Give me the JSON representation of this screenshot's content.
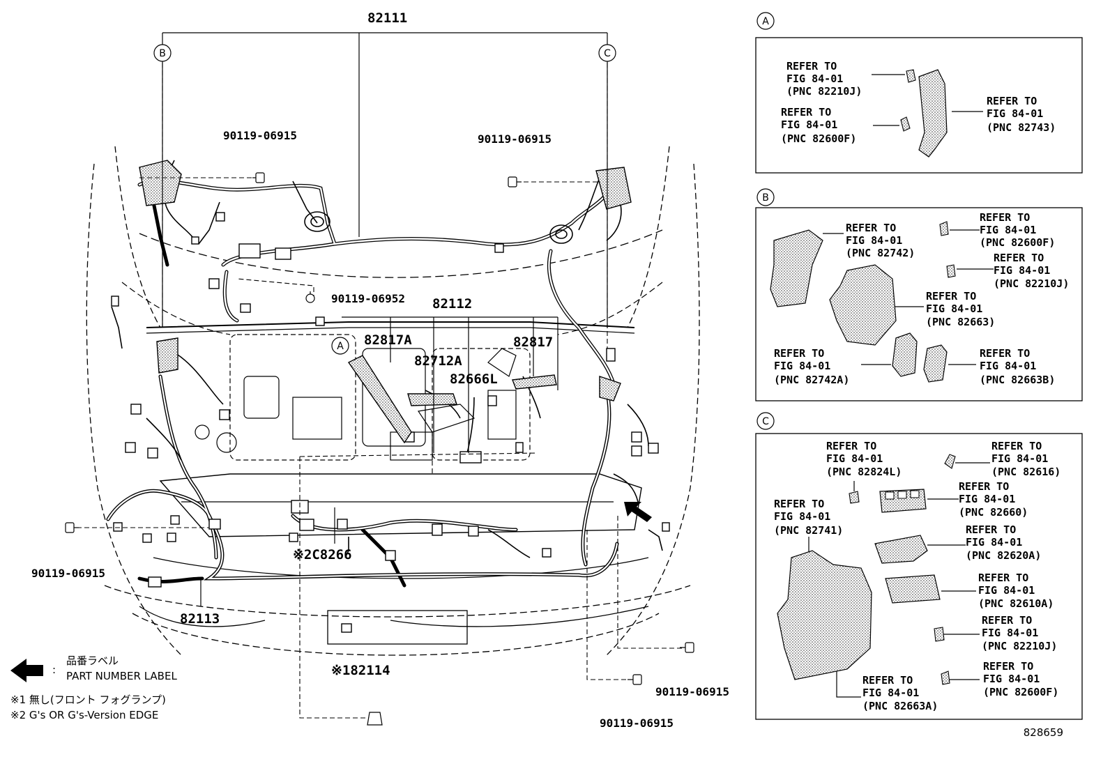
{
  "main": {
    "labels": {
      "harness_82111": "82111",
      "harness_82112": "82112",
      "harness_82113": "82113",
      "harness_82114": "※182114",
      "part_82817A": "82817A",
      "part_82817": "82817",
      "part_82712A": "82712A",
      "part_82666L": "82666L",
      "part_c8266": "※2C8266",
      "bolt_top_left": "90119-06915",
      "bolt_top_right": "90119-06915",
      "bolt_center": "90119-06952",
      "bolt_left": "90119-06915",
      "bolt_bottom_right": "90119-06915",
      "bolt_bottom_center": "90119-06915"
    },
    "callouts": {
      "a": "A",
      "b": "B",
      "c": "C"
    }
  },
  "legend": {
    "label_jp": "品番ラベル",
    "colon": ":",
    "label_en": "PART NUMBER LABEL",
    "note1": "※1 無し(フロント フォグランプ)",
    "note2": "※2 G's OR G's-Version EDGE"
  },
  "panel_a": {
    "tag": "A",
    "refs": [
      {
        "l1": "REFER TO",
        "l2": "FIG 84-01",
        "l3": "(PNC 82210J)"
      },
      {
        "l1": "REFER TO",
        "l2": "FIG 84-01",
        "l3": "(PNC 82600F)"
      },
      {
        "l1": "REFER TO",
        "l2": "FIG 84-01",
        "l3": "(PNC 82743)"
      }
    ]
  },
  "panel_b": {
    "tag": "B",
    "refs": [
      {
        "l1": "REFER TO",
        "l2": "FIG 84-01",
        "l3": "(PNC 82742)"
      },
      {
        "l1": "REFER TO",
        "l2": "FIG 84-01",
        "l3": "(PNC 82600F)"
      },
      {
        "l1": "REFER TO",
        "l2": "FIG 84-01",
        "l3": "(PNC 82210J)"
      },
      {
        "l1": "REFER TO",
        "l2": "FIG 84-01",
        "l3": "(PNC 82663)"
      },
      {
        "l1": "REFER TO",
        "l2": "FIG 84-01",
        "l3": "(PNC 82742A)"
      },
      {
        "l1": "REFER TO",
        "l2": "FIG 84-01",
        "l3": "(PNC 82663B)"
      }
    ]
  },
  "panel_c": {
    "tag": "C",
    "refs": [
      {
        "l1": "REFER TO",
        "l2": "FIG 84-01",
        "l3": "(PNC 82824L)"
      },
      {
        "l1": "REFER TO",
        "l2": "FIG 84-01",
        "l3": "(PNC 82616)"
      },
      {
        "l1": "REFER TO",
        "l2": "FIG 84-01",
        "l3": "(PNC 82660)"
      },
      {
        "l1": "REFER TO",
        "l2": "FIG 84-01",
        "l3": "(PNC 82741)"
      },
      {
        "l1": "REFER TO",
        "l2": "FIG 84-01",
        "l3": "(PNC 82620A)"
      },
      {
        "l1": "REFER TO",
        "l2": "FIG 84-01",
        "l3": "(PNC 82610A)"
      },
      {
        "l1": "REFER TO",
        "l2": "FIG 84-01",
        "l3": "(PNC 82210J)"
      },
      {
        "l1": "REFER TO",
        "l2": "FIG 84-01",
        "l3": "(PNC 82600F)"
      },
      {
        "l1": "REFER TO",
        "l2": "FIG 84-01",
        "l3": "(PNC 82663A)"
      }
    ]
  },
  "figure_number": "828659"
}
